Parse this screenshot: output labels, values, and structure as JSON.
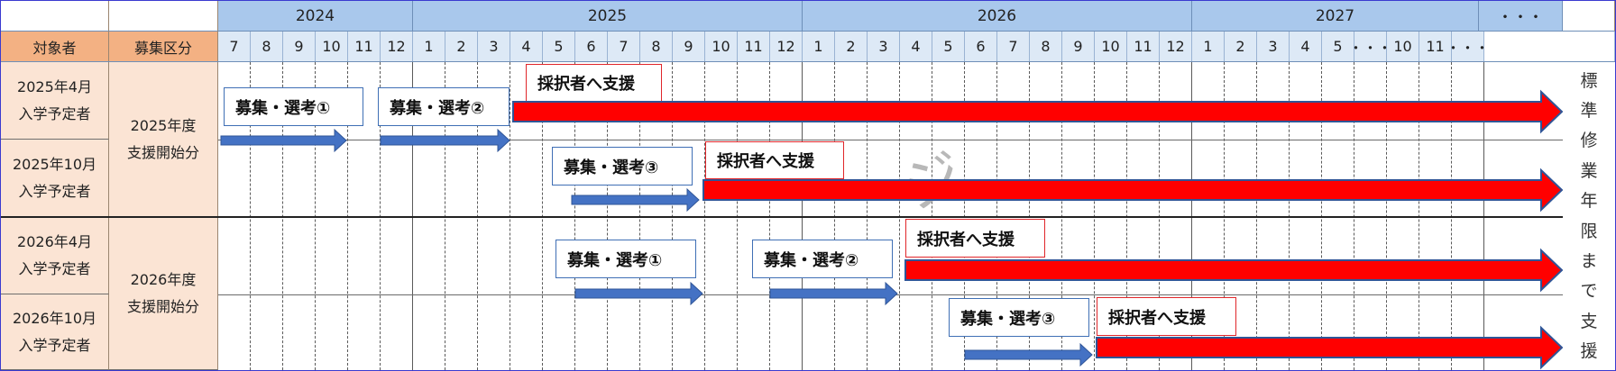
{
  "header": {
    "target_label": "対象者",
    "category_label": "募集区分",
    "years": [
      "2024",
      "2025",
      "2026",
      "2027",
      "・・・"
    ],
    "months": [
      "7",
      "8",
      "9",
      "10",
      "11",
      "12",
      "1",
      "2",
      "3",
      "4",
      "5",
      "6",
      "7",
      "8",
      "9",
      "10",
      "11",
      "12",
      "1",
      "2",
      "3",
      "4",
      "5",
      "6",
      "7",
      "8",
      "9",
      "10",
      "11",
      "12",
      "1",
      "2",
      "3",
      "4",
      "5",
      "・・・",
      "10",
      "11",
      "・・・"
    ]
  },
  "rows": [
    {
      "target": "2025年4月入学予定者",
      "target_l1": "2025年4月",
      "target_l2": "入学予定者"
    },
    {
      "target": "2025年10月入学予定者",
      "target_l1": "2025年10月",
      "target_l2": "入学予定者"
    },
    {
      "target": "2026年4月入学予定者",
      "target_l1": "2026年4月",
      "target_l2": "入学予定者"
    },
    {
      "target": "2026年10月入学予定者",
      "target_l1": "2026年10月",
      "target_l2": "入学予定者"
    }
  ],
  "groups": [
    {
      "l1": "2025年度",
      "l2": "支援開始分"
    },
    {
      "l1": "2026年度",
      "l2": "支援開始分"
    }
  ],
  "labels": {
    "recruit1": "募集・選考①",
    "recruit2": "募集・選考②",
    "recruit3": "募集・選考③",
    "support": "採択者へ支援"
  },
  "side_text": [
    "標",
    "準",
    "修",
    "業",
    "年",
    "限",
    "ま",
    "で",
    "支",
    "援"
  ],
  "watermark": "ジ",
  "colors": {
    "year_header": "#a9c8ec",
    "month_header": "#dde9f6",
    "label_header": "#f3b183",
    "category_fill": "#fbe4d4",
    "recruit_arrow": "#4472c4",
    "support_arrow": "#ff0000"
  }
}
